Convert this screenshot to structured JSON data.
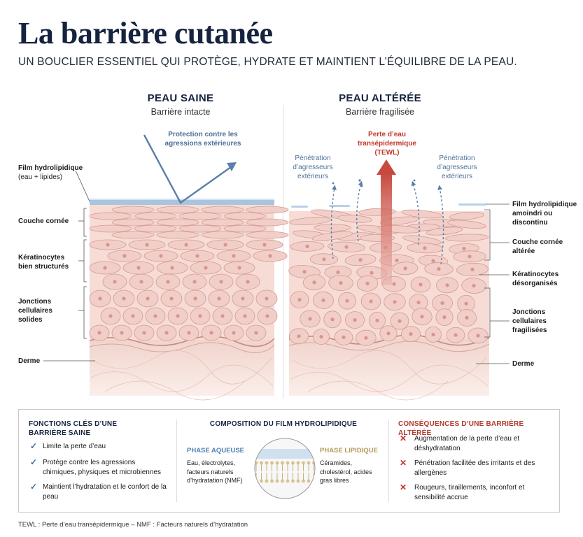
{
  "title": "La barrière cutanée",
  "subtitle": "UN BOUCLIER ESSENTIEL QUI PROTÈGE, HYDRATE ET MAINTIENT L’ÉQUILIBRE DE LA PEAU.",
  "left": {
    "heading": "PEAU SAINE",
    "subheading": "Barrière intacte",
    "protection": "Protection contre les agressions extérieures",
    "labels": {
      "film": "Film hydrolipidique",
      "film_sub": "(eau + lipides)",
      "cornee": "Couche cornée",
      "kerat": "Kératinocytes bien structurés",
      "jonctions": "Jonctions cellulaires solides",
      "derme": "Derme"
    }
  },
  "right": {
    "heading": "PEAU ALTÉRÉE",
    "subheading": "Barrière fragilisée",
    "tewl": "Perte d’eau transépidermique (TEWL)",
    "penetration": "Pénétration d’agresseurs extérieurs",
    "labels": {
      "film": "Film hydrolipidique amoindri ou discontinu",
      "cornee": "Couche cornée altérée",
      "kerat": "Kératinocytes désorganisés",
      "jonctions": "Jonctions cellulaires fragilisées",
      "derme": "Derme"
    }
  },
  "fonctions": {
    "heading": "FONCTIONS CLÉS D’UNE BARRIÈRE SAINE",
    "items": [
      "Limite la perte d’eau",
      "Protège contre les agressions chimiques, physiques et microbiennes",
      "Maintient l’hydratation et le confort de la peau"
    ]
  },
  "composition": {
    "heading": "COMPOSITION DU FILM HYDROLIPIDIQUE",
    "aqueuse_label": "PHASE AQUEUSE",
    "aqueuse_desc": "Eau, électrolytes, facteurs naturels d’hydratation (NMF)",
    "lipidique_label": "PHASE LIPIDIQUE",
    "lipidique_desc": "Céramides, cholestérol, acides gras libres"
  },
  "consequences": {
    "heading": "CONSÉQUENCES D’UNE BARRIÈRE ALTÉRÉE",
    "items": [
      "Augmentation de la perte d’eau et déshydratation",
      "Pénétration facilitée des irritants et des allergènes",
      "Rougeurs, tiraillements, inconfort et sensibilité accrue"
    ]
  },
  "footnote": "TEWL : Perte d’eau transépidermique – NMF : Facteurs naturels d’hydratation",
  "colors": {
    "navy": "#15233f",
    "blue_accent": "#4d6f9a",
    "red_accent": "#c0392b",
    "skin": "#f1cfc8",
    "cell_border": "#d49a92"
  }
}
